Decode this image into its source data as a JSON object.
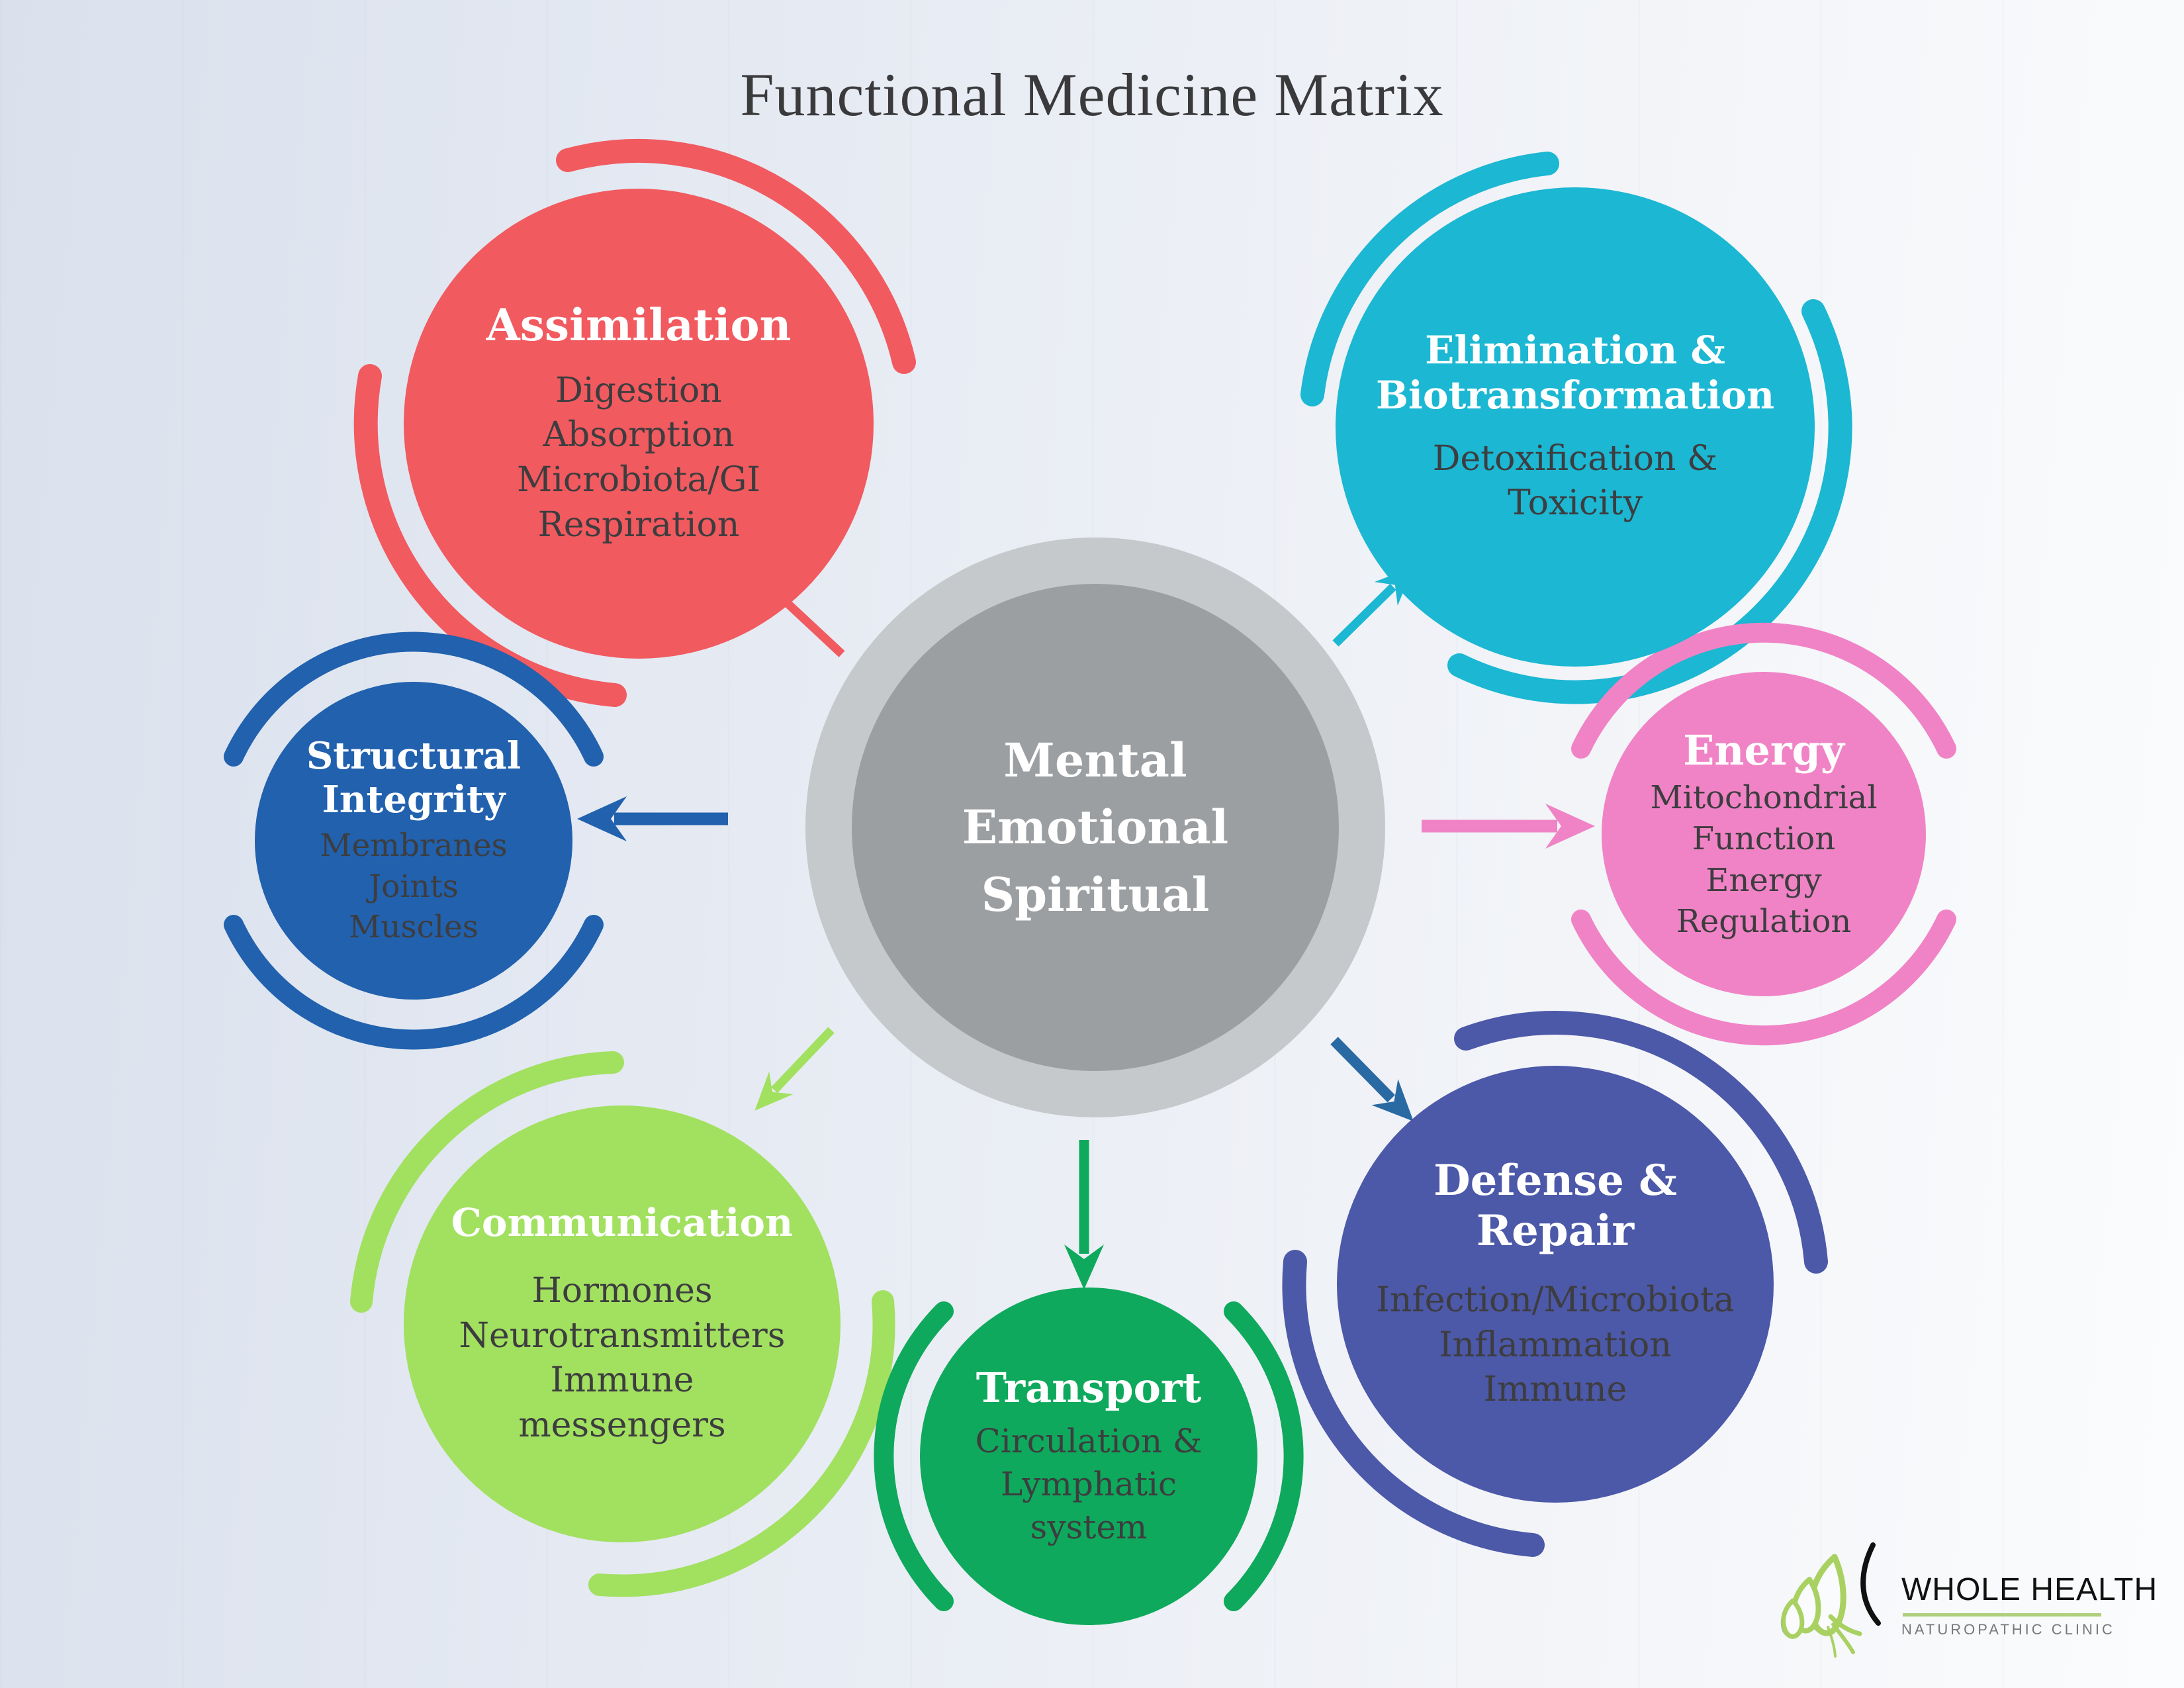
{
  "title": "Functional Medicine Matrix",
  "center": {
    "label": "Mental\nEmotional\nSpiritual"
  },
  "nodes": {
    "assimilation": {
      "title": "Assimilation",
      "body": "Digestion\nAbsorption\nMicrobiota/GI\nRespiration",
      "color": "#f15a5f"
    },
    "elimination": {
      "title": "Elimination &\nBiotransformation",
      "body": "Detoxification &\nToxicity",
      "color": "#1bb7d3"
    },
    "energy": {
      "title": "Energy",
      "body": "Mitochondrial\nFunction\nEnergy\nRegulation",
      "color": "#f083c5"
    },
    "structural": {
      "title": "Structural\nIntegrity",
      "body": "Membranes\nJoints\nMuscles",
      "color": "#2161ae"
    },
    "communication": {
      "title": "Communication",
      "body": "Hormones\nNeurotransmitters\nImmune\nmessengers",
      "color": "#a2e060"
    },
    "transport": {
      "title": "Transport",
      "body": "Circulation &\nLymphatic\nsystem",
      "color": "#0ea95c"
    },
    "defense": {
      "title": "Defense &\nRepair",
      "body": "Infection/Microbiota\nInflammation\nImmune",
      "color": "#4c58a8"
    }
  },
  "logo": {
    "name": "WHOLE HEALTH",
    "subtitle": "NATUROPATHIC CLINIC"
  },
  "palette": {
    "center_inner": "#9c9fa1",
    "center_outer": "#c6c9cb",
    "background_left": "#dae1ed",
    "background_right": "#fbfcfd",
    "defense_arrow_blue": "#2a6aa3",
    "text_dark": "#3d3d3f",
    "title_color": "#3a3a3c",
    "logo_leaf_green": "#a9d162",
    "logo_leaf_gray": "#9ea0a2",
    "logo_line_green": "#aecf7c",
    "logo_subtitle_gray": "#77787a"
  }
}
